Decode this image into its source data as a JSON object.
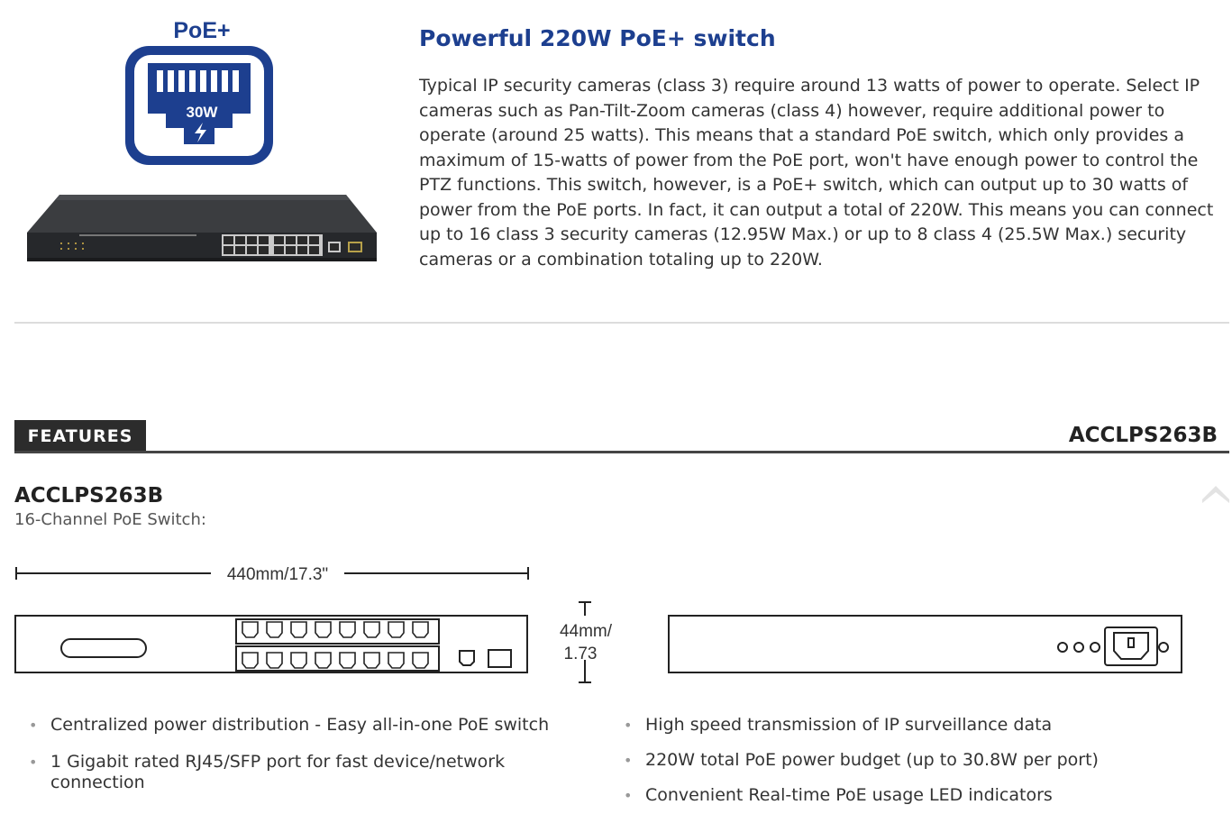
{
  "poe_logo": {
    "caption": "PoE+",
    "wattage": "30W",
    "brand_color": "#1d3f8f"
  },
  "intro": {
    "title": "Powerful 220W PoE+ switch",
    "lines": [
      "Typical IP security cameras (class 3) require around 13 watts of power to operate. Select IP",
      "cameras such as Pan-Tilt-Zoom cameras (class 4) however, require additional power to",
      "operate (around 25 watts). This means that a standard PoE switch, which only provides a",
      "maximum of 15-watts of power from the PoE port, won't have enough power to control the",
      "PTZ functions. This switch, however, is a PoE+ switch, which can output up to 30 watts of",
      "power from the PoE ports. In fact, it can output a total of 220W. This means you can connect",
      "up to 16 class 3 security cameras (12.95W Max.) or up to 8 class 4 (25.5W Max.) security",
      "cameras or a combination totaling up to 220W."
    ]
  },
  "features_bar": {
    "tab_label": "FEATURES",
    "model": "ACCLPS263B"
  },
  "product": {
    "model": "ACCLPS263B",
    "subtitle": "16-Channel PoE Switch:"
  },
  "diagram": {
    "width_label": "440mm/17.3\"",
    "height_label_1": "44mm/",
    "height_label_2": "1.73"
  },
  "features_left": [
    "Centralized power distribution - Easy all-in-one PoE switch",
    "1 Gigabit rated RJ45/SFP port for fast device/network connection"
  ],
  "features_right": [
    "High speed transmission of IP surveillance data",
    "220W total PoE power budget (up to 30.8W per port)",
    "Convenient Real-time PoE usage LED indicators"
  ]
}
